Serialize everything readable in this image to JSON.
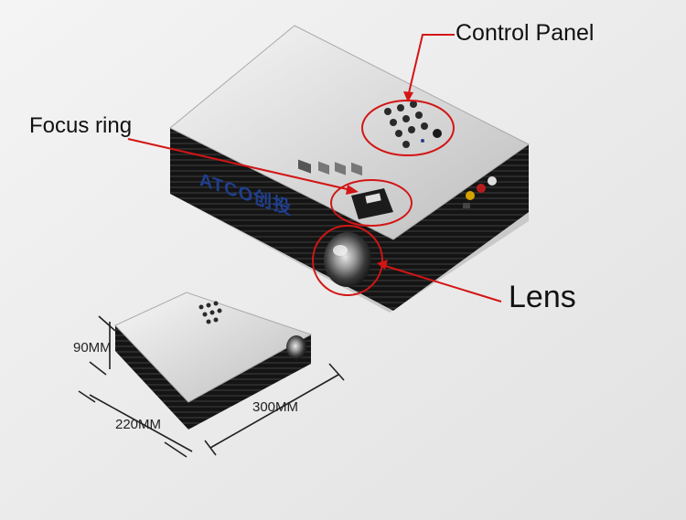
{
  "callouts": {
    "control_panel": "Control Panel",
    "focus_ring": "Focus ring",
    "lens": "Lens"
  },
  "dimensions": {
    "height": "90MM",
    "width": "300MM",
    "depth": "220MM"
  },
  "brand_text": "ATCO创投",
  "colors": {
    "background": "#efefef",
    "projector_top": "#dcdcdc",
    "projector_body": "#1a1a1a",
    "callout_red": "#d31515"
  }
}
